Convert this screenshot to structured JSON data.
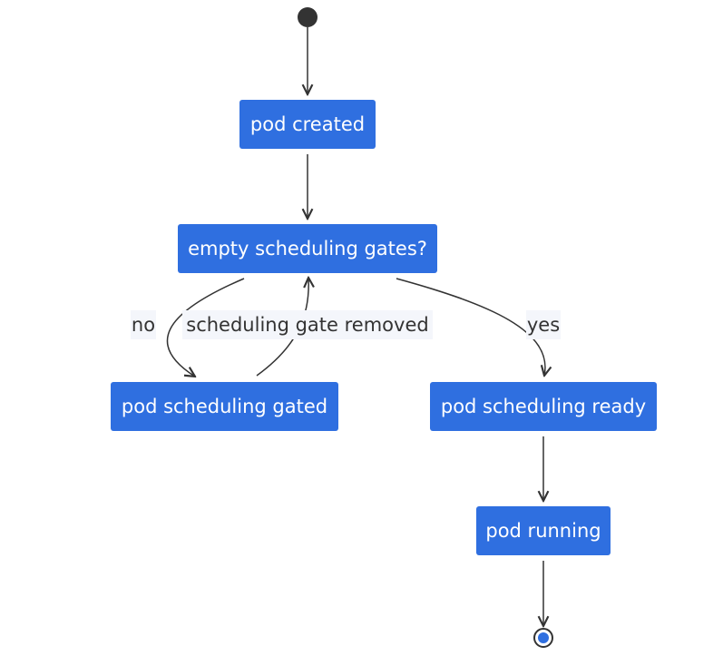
{
  "nodes": {
    "pod_created": "pod created",
    "empty_gates": "empty scheduling gates?",
    "gated": "pod scheduling gated",
    "ready": "pod scheduling ready",
    "running": "pod running"
  },
  "edges": {
    "no": "no",
    "gate_removed": "scheduling gate removed",
    "yes": "yes"
  },
  "colors": {
    "node_fill": "#2f6fe0",
    "node_text": "#ffffff",
    "arrow": "#333333",
    "label_bg": "#f4f6fb"
  }
}
